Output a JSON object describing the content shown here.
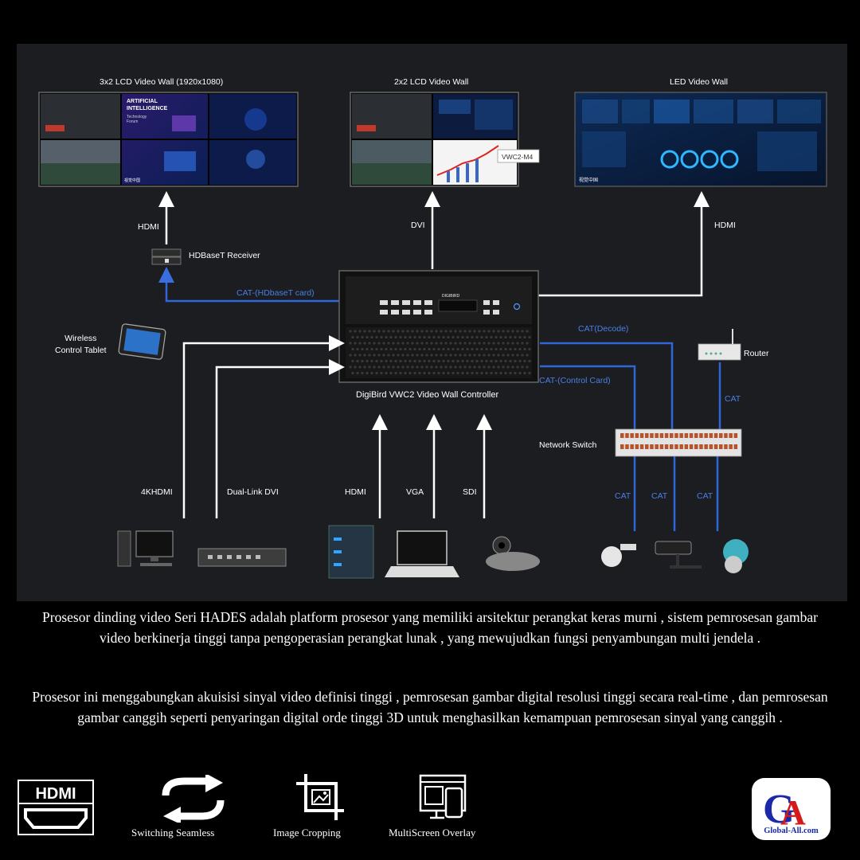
{
  "diagram": {
    "displays": {
      "lcd3x2": "3x2 LCD Video Wall (1920x1080)",
      "lcd2x2": "2x2 LCD Video Wall",
      "led": "LED Video Wall",
      "screen_text": {
        "ai_line1": "ARTIFICIAL",
        "ai_line2": "INTELLIGENCE",
        "ai_line3": "Technology",
        "ai_line4": "Forum",
        "watermark": "视觉中国",
        "chart_tag": "VWC2-M4"
      }
    },
    "connections": {
      "hdmi_left": "HDMI",
      "dvi_top": "DVI",
      "hdmi_right": "HDMI",
      "cat_hdbaset": "CAT-(HDbaseT card)",
      "cat_decode": "CAT(Decode)",
      "cat_control": "CAT-(Control Card)",
      "cat_router": "CAT",
      "cat_cam1": "CAT",
      "cat_cam2": "CAT",
      "cat_cam3": "CAT",
      "in_4khdmi": "4KHDMI",
      "in_dvi": "Dual-Link DVI",
      "in_hdmi": "HDMI",
      "in_vga": "VGA",
      "in_sdi": "SDI"
    },
    "devices": {
      "hdbaset": "HDBaseT Receiver",
      "tablet": "Wireless\nControl Tablet",
      "controller": "DigiBird VWC2 Video Wall Controller",
      "controller_brand": "DIGIBIRD",
      "switch": "Network Switch",
      "router": "Router"
    }
  },
  "description": {
    "para1": "Prosesor dinding video Seri HADES  adalah platform prosesor yang memiliki arsitektur perangkat keras murni , sistem pemrosesan gambar video berkinerja tinggi tanpa pengoperasian perangkat lunak , yang mewujudkan fungsi penyambungan multi jendela .",
    "para2": "Prosesor ini  menggabungkan akuisisi sinyal video definisi tinggi , pemrosesan gambar digital resolusi tinggi secara real-time , dan pemrosesan gambar canggih seperti penyaringan digital orde tinggi 3D untuk menghasilkan kemampuan pemrosesan sinyal yang canggih ."
  },
  "features": [
    {
      "icon": "hdmi-icon",
      "label": "HDMI"
    },
    {
      "icon": "switch-arrows-icon",
      "label": "Switching Seamless"
    },
    {
      "icon": "crop-icon",
      "label": "Image Cropping"
    },
    {
      "icon": "multiscreen-icon",
      "label": "MultiScreen Overlay"
    }
  ],
  "logo": {
    "letters": "GA",
    "text": "Global-All.com"
  },
  "colors": {
    "background": "#000000",
    "panel": "#1b1d20",
    "link_blue": "#2f66d8",
    "label_blue": "#4a7fe8",
    "arrow_white": "#ffffff"
  }
}
